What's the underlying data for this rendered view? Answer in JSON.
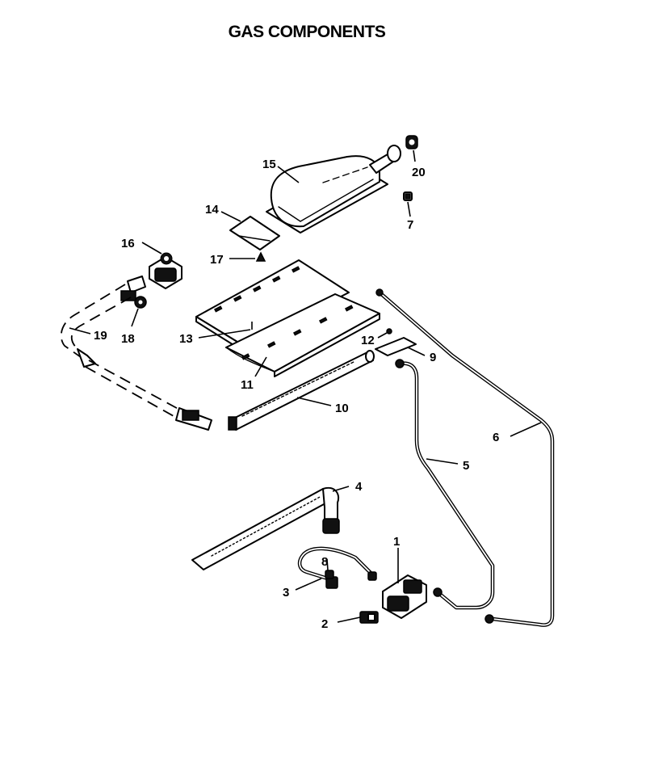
{
  "title": "GAS COMPONENTS",
  "callouts": {
    "c1": "1",
    "c2": "2",
    "c3": "3",
    "c4": "4",
    "c5": "5",
    "c6": "6",
    "c7": "7",
    "c8": "8",
    "c9": "9",
    "c10": "10",
    "c11": "11",
    "c12": "12",
    "c13": "13",
    "c14": "14",
    "c15": "15",
    "c16": "16",
    "c17": "17",
    "c18": "18",
    "c19": "19",
    "c20": "20"
  }
}
